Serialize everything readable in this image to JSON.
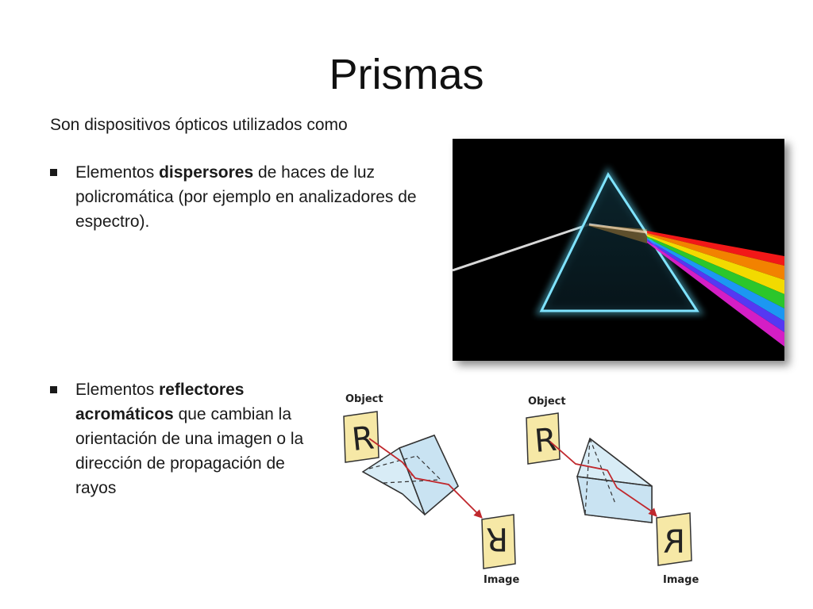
{
  "title": "Prismas",
  "intro": "Son dispositivos ópticos utilizados como",
  "bullet1": {
    "pre": "Elementos ",
    "bold": "dispersores",
    "post": " de haces de luz policromática  (por ejemplo en analizadores de espectro)."
  },
  "bullet2": {
    "pre": "Elementos ",
    "bold": "reflectores acromáticos",
    "post": " que cambian la orientación de una imagen o la dirección de propagación de rayos"
  },
  "diagram": {
    "left": {
      "object_label": "Object",
      "image_label": "Image",
      "object_letter": "R",
      "image_letter": "R"
    },
    "right": {
      "object_label": "Object",
      "image_label": "Image",
      "object_letter": "R",
      "image_letter": "R"
    }
  },
  "colors": {
    "ray": "#c0282d",
    "prism_fill": "#d8ecf6",
    "card_fill": "#f6e8a6"
  }
}
